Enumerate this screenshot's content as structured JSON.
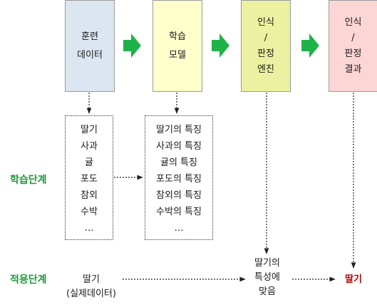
{
  "boxes": {
    "training_data": {
      "line1": "훈련",
      "line2": "데이터",
      "color": "#dce6f1"
    },
    "learning_model": {
      "line1": "학습",
      "line2": "모델",
      "color": "#ffffcc"
    },
    "recognition_engine": {
      "line1": "인식",
      "line2": "/",
      "line3": "판정",
      "line4": "엔진",
      "color": "#ebf1a0"
    },
    "recognition_result": {
      "line1": "인식",
      "line2": "/",
      "line3": "판정",
      "line4": "결과",
      "color": "#fcd5d5"
    }
  },
  "training_list": [
    "딸기",
    "사과",
    "귤",
    "포도",
    "참외",
    "수박",
    "…"
  ],
  "feature_list": [
    "딸기의 특징",
    "사과의 특징",
    "귤의 특징",
    "포도의 특징",
    "참외의 특징",
    "수박의 특징",
    "…"
  ],
  "stages": {
    "learning": "학습단계",
    "application": "적용단계"
  },
  "application": {
    "input_line1": "딸기",
    "input_line2": "(실제데이터)",
    "match_line1": "딸기의",
    "match_line2": "특성에",
    "match_line3": "맞음",
    "result": "딸기",
    "result_color": "#c00000"
  },
  "colors": {
    "arrow_green": "#1fb24a",
    "stage_green": "#1f9a3a"
  }
}
